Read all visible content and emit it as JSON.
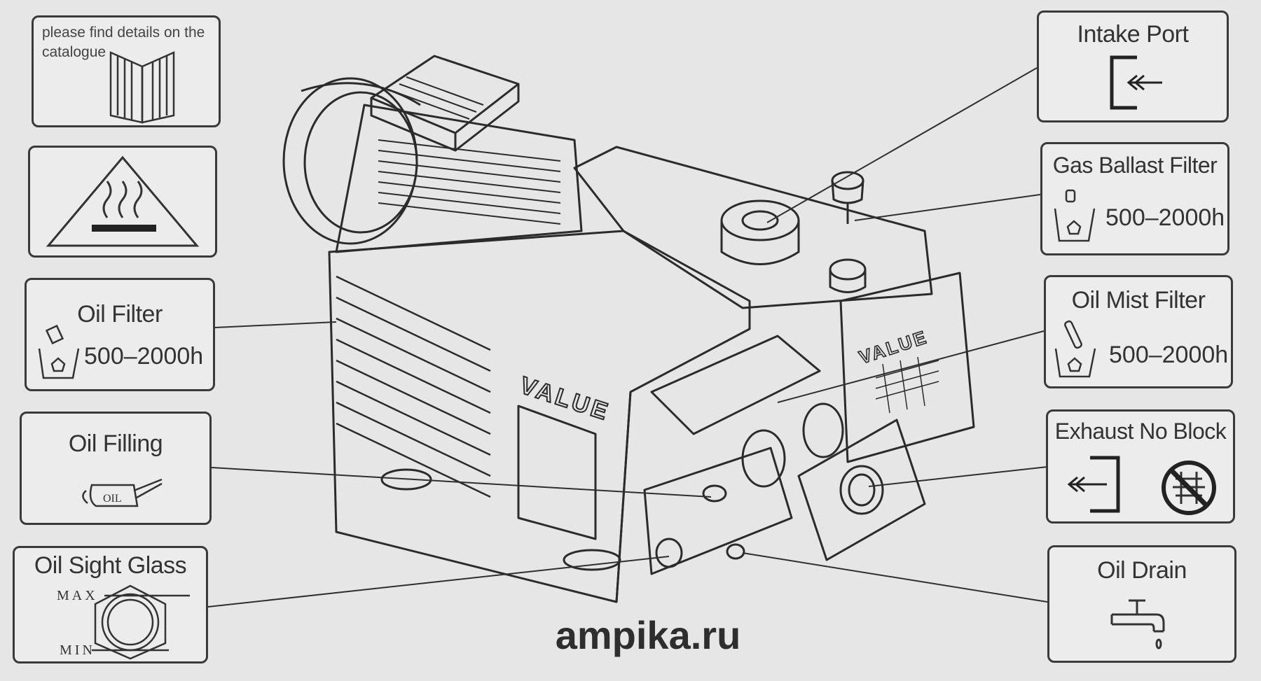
{
  "labels": {
    "catalogue": "please find details on the catalogue",
    "hot_surface": "",
    "intake_port": "Intake Port",
    "gas_ballast_filter": "Gas Ballast  Filter",
    "gas_ballast_hours": "500–2000h",
    "oil_filter": "Oil Filter",
    "oil_filter_hours": "500–2000h",
    "oil_mist_filter": "Oil Mist Filter",
    "oil_mist_hours": "500–2000h",
    "oil_filling": "Oil Filling",
    "oil_can_text": "OIL",
    "exhaust_no_block": "Exhaust No Block",
    "oil_sight_glass": "Oil Sight Glass",
    "max": "MAX",
    "min": "MIN",
    "oil_drain": "Oil Drain",
    "brand_main": "VALUE",
    "brand_side": "VALUE"
  },
  "watermark": "ampika.ru",
  "icons": {
    "catalogue": "book-icon",
    "hot_surface": "hot-surface-warning-icon",
    "intake": "intake-arrow-icon",
    "filter": "filter-bin-icon",
    "oil_can": "oil-can-icon",
    "exhaust": "exhaust-arrow-icon",
    "no_block": "no-block-icon",
    "sight_glass": "sight-glass-icon",
    "drain": "faucet-icon"
  },
  "colors": {
    "background": "#e6e6e6",
    "line": "#333333",
    "box_border": "#3a3a3a"
  }
}
